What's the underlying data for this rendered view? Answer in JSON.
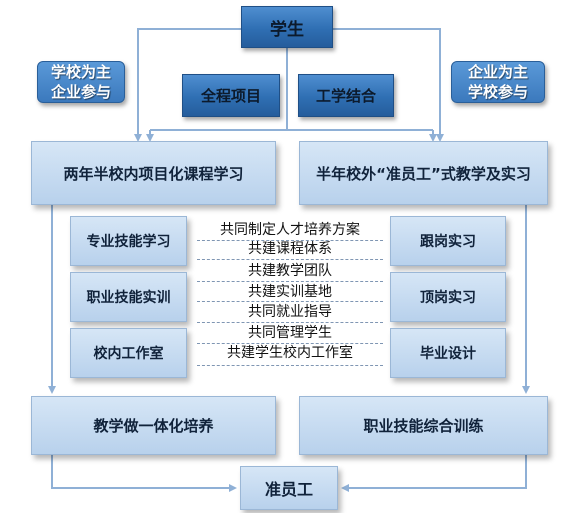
{
  "top": {
    "student": "学生"
  },
  "left_side": {
    "line1": "学校为主",
    "line2": "企业参与"
  },
  "right_side": {
    "line1": "企业为主",
    "line2": "学校参与"
  },
  "center": {
    "whole_process": "全程项目",
    "work_study": "工学结合"
  },
  "left_main": "两年半校内项目化课程学习",
  "right_main": "半年校外“准员工”式教学及实习",
  "left_items": [
    "专业技能学习",
    "职业技能实训",
    "校内工作室"
  ],
  "right_items": [
    "跟岗实习",
    "顶岗实习",
    "毕业设计"
  ],
  "middle_items": [
    "共同制定人才培养方案",
    "共建课程体系",
    "共建教学团队",
    "共建实训基地",
    "共同就业指导",
    "共同管理学生",
    "共建学生校内工作室"
  ],
  "left_bottom": "教学做一体化培养",
  "right_bottom": "职业技能综合训练",
  "bottom": {
    "employee": "准员工"
  },
  "colors": {
    "dark_blue": "#2f6fb3",
    "light_blue": "#c6dbf0",
    "arrow": "#8fb0d6"
  }
}
